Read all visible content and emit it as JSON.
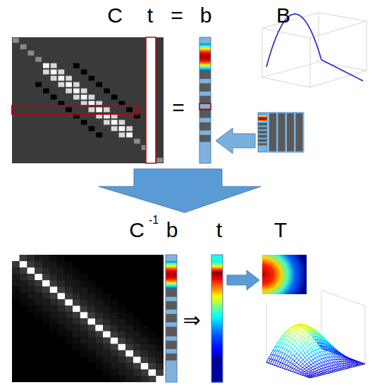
{
  "diagram": {
    "labels": [
      "C",
      "t",
      "=",
      "b",
      "B",
      "=",
      "C",
      "-1",
      "b",
      "⇒",
      "t",
      "T"
    ]
  }
}
